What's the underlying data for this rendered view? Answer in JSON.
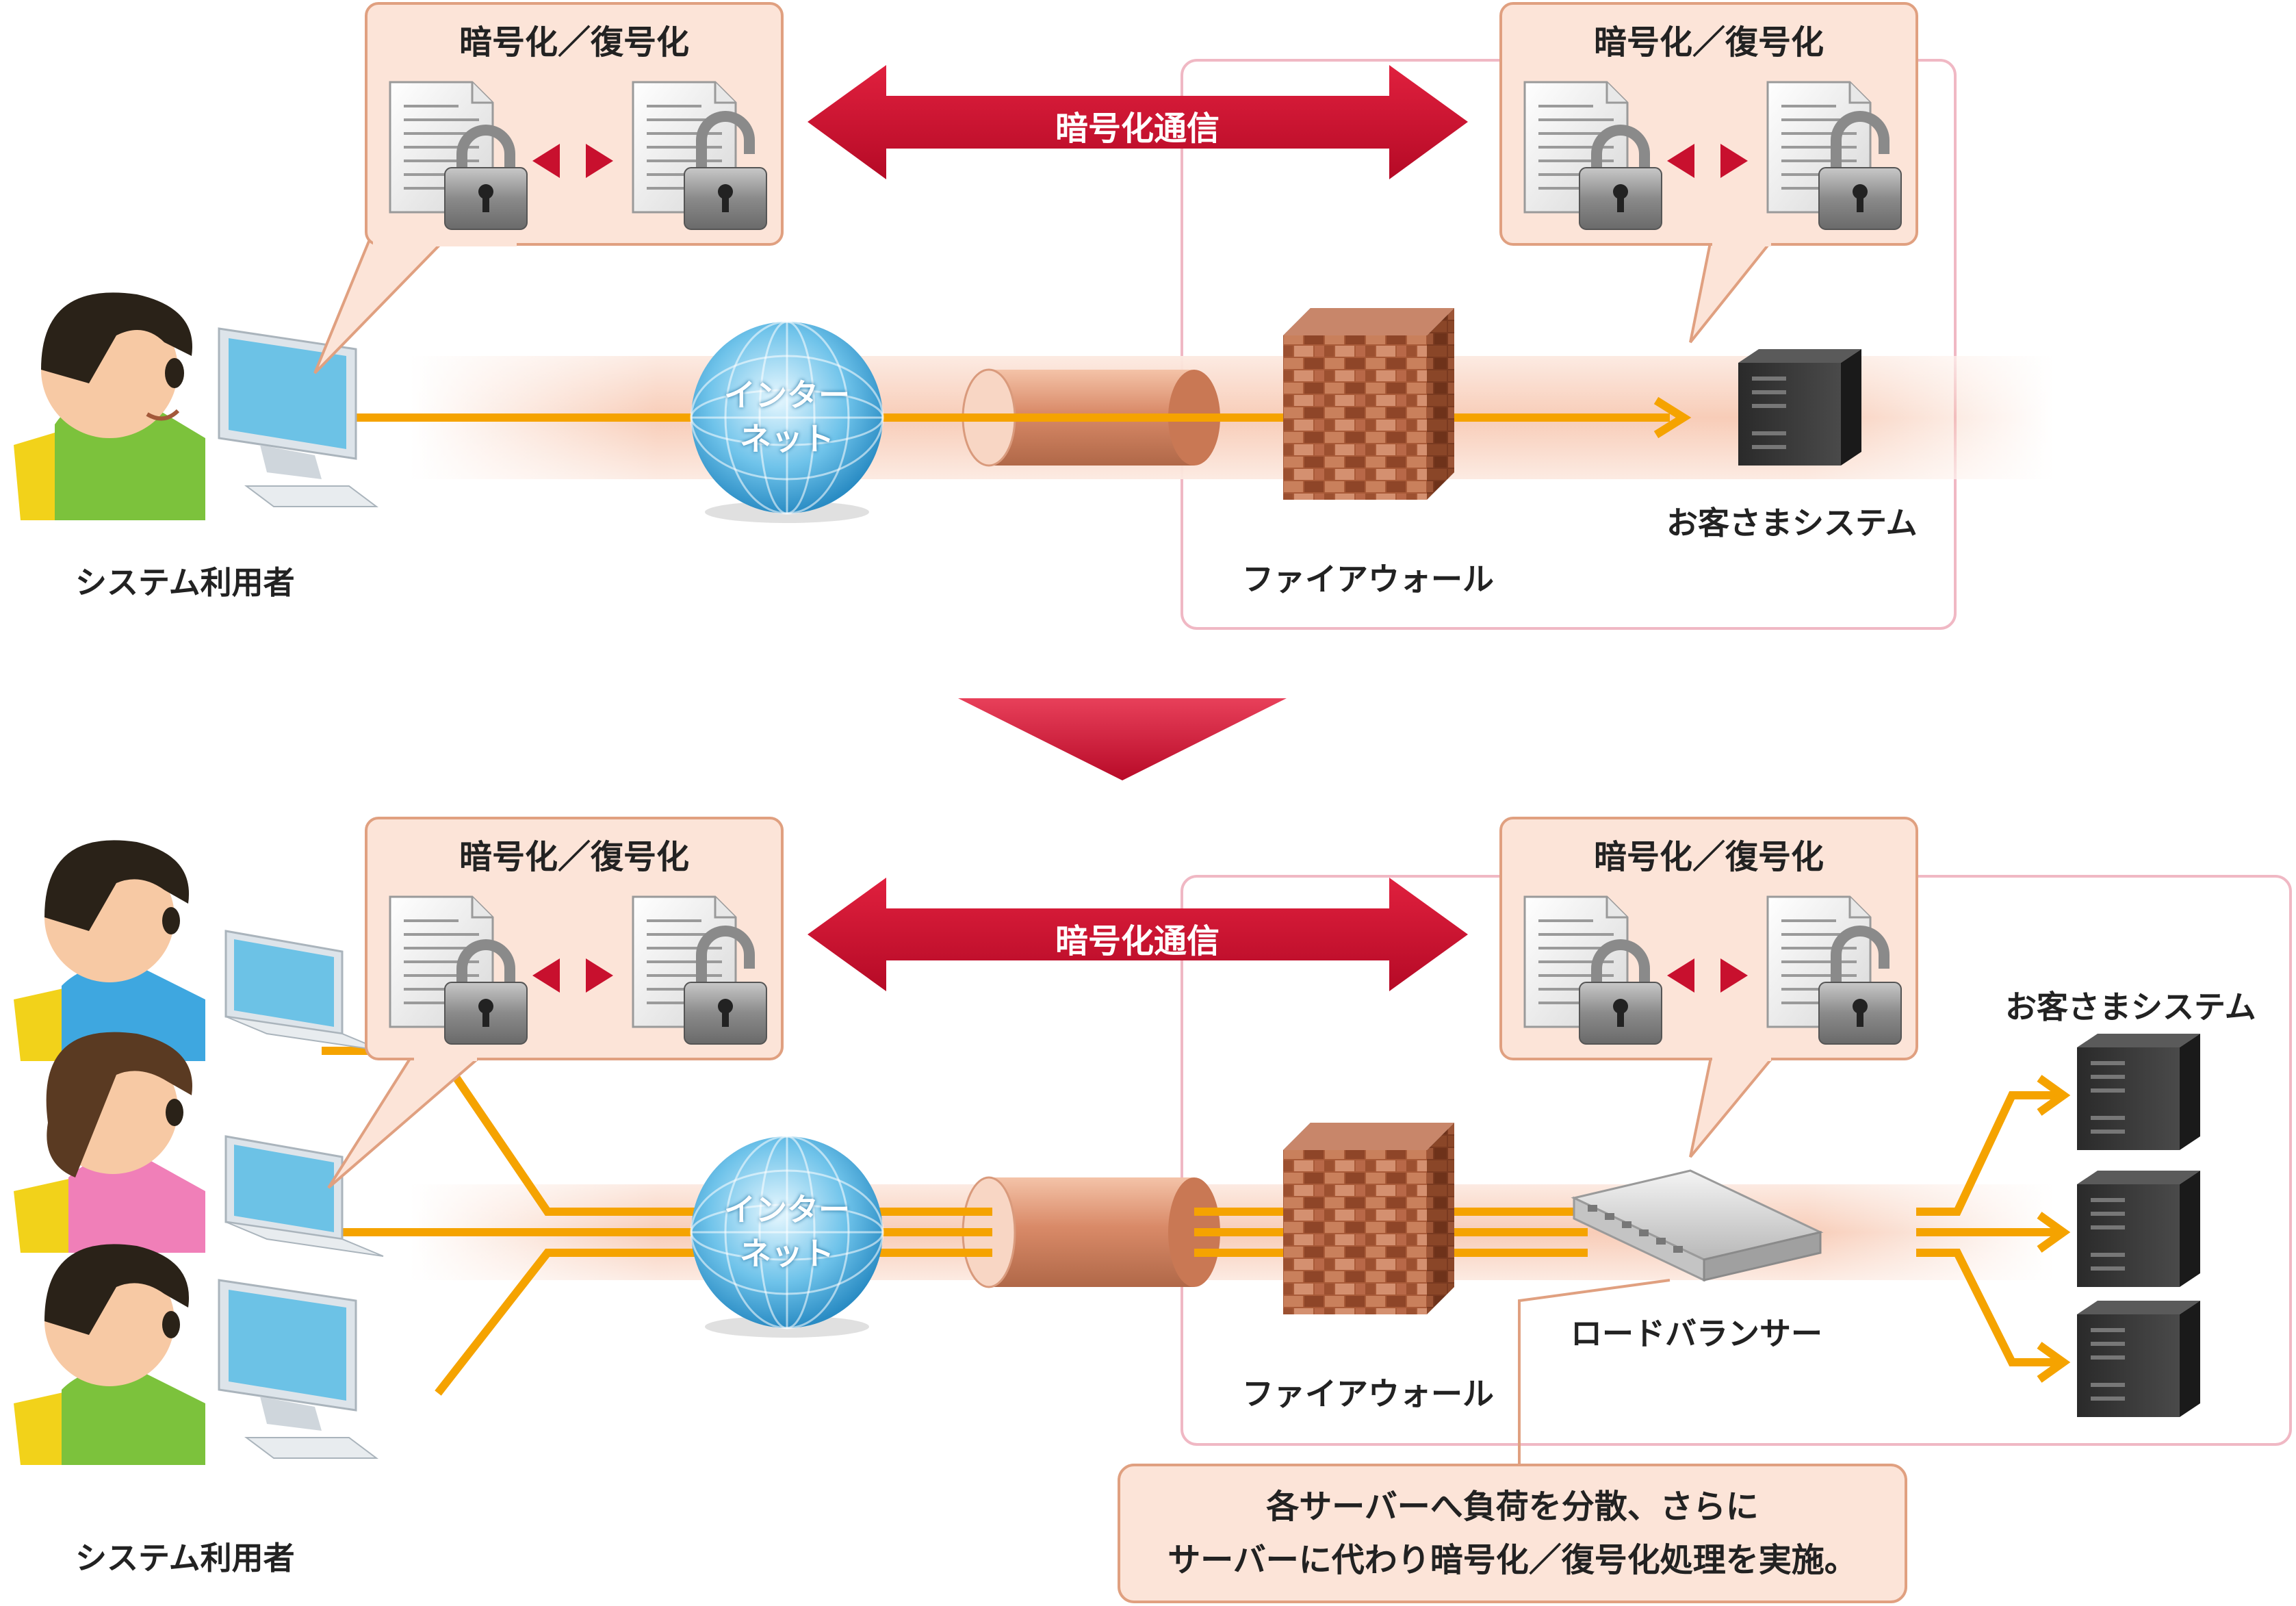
{
  "colors": {
    "accent_red": "#c8102e",
    "flow_orange": "#f5a300",
    "bubble_fill": "#fce4d8",
    "bubble_border": "#e0a080",
    "system_border": "#f0b8c4"
  },
  "top": {
    "bubble_left_title": "暗号化／復号化",
    "bubble_right_title": "暗号化／復号化",
    "encrypted_comm": "暗号化通信",
    "internet_line1": "インター",
    "internet_line2": "ネット",
    "firewall_label": "ファイアウォール",
    "customer_system": "お客さまシステム",
    "user_label": "システム利用者"
  },
  "bottom": {
    "bubble_left_title": "暗号化／復号化",
    "bubble_right_title": "暗号化／復号化",
    "encrypted_comm": "暗号化通信",
    "internet_line1": "インター",
    "internet_line2": "ネット",
    "firewall_label": "ファイアウォール",
    "load_balancer": "ロードバランサー",
    "customer_system": "お客さまシステム",
    "user_label": "システム利用者",
    "note_line1": "各サーバーへ負荷を分散、さらに",
    "note_line2": "サーバーに代わり暗号化／復号化処理を実施。"
  },
  "icons": [
    "user-icon",
    "desktop-computer-icon",
    "laptop-icon",
    "document-icon",
    "padlock-icon",
    "globe-icon",
    "firewall-icon",
    "server-icon",
    "load-balancer-icon",
    "down-arrow-icon"
  ]
}
